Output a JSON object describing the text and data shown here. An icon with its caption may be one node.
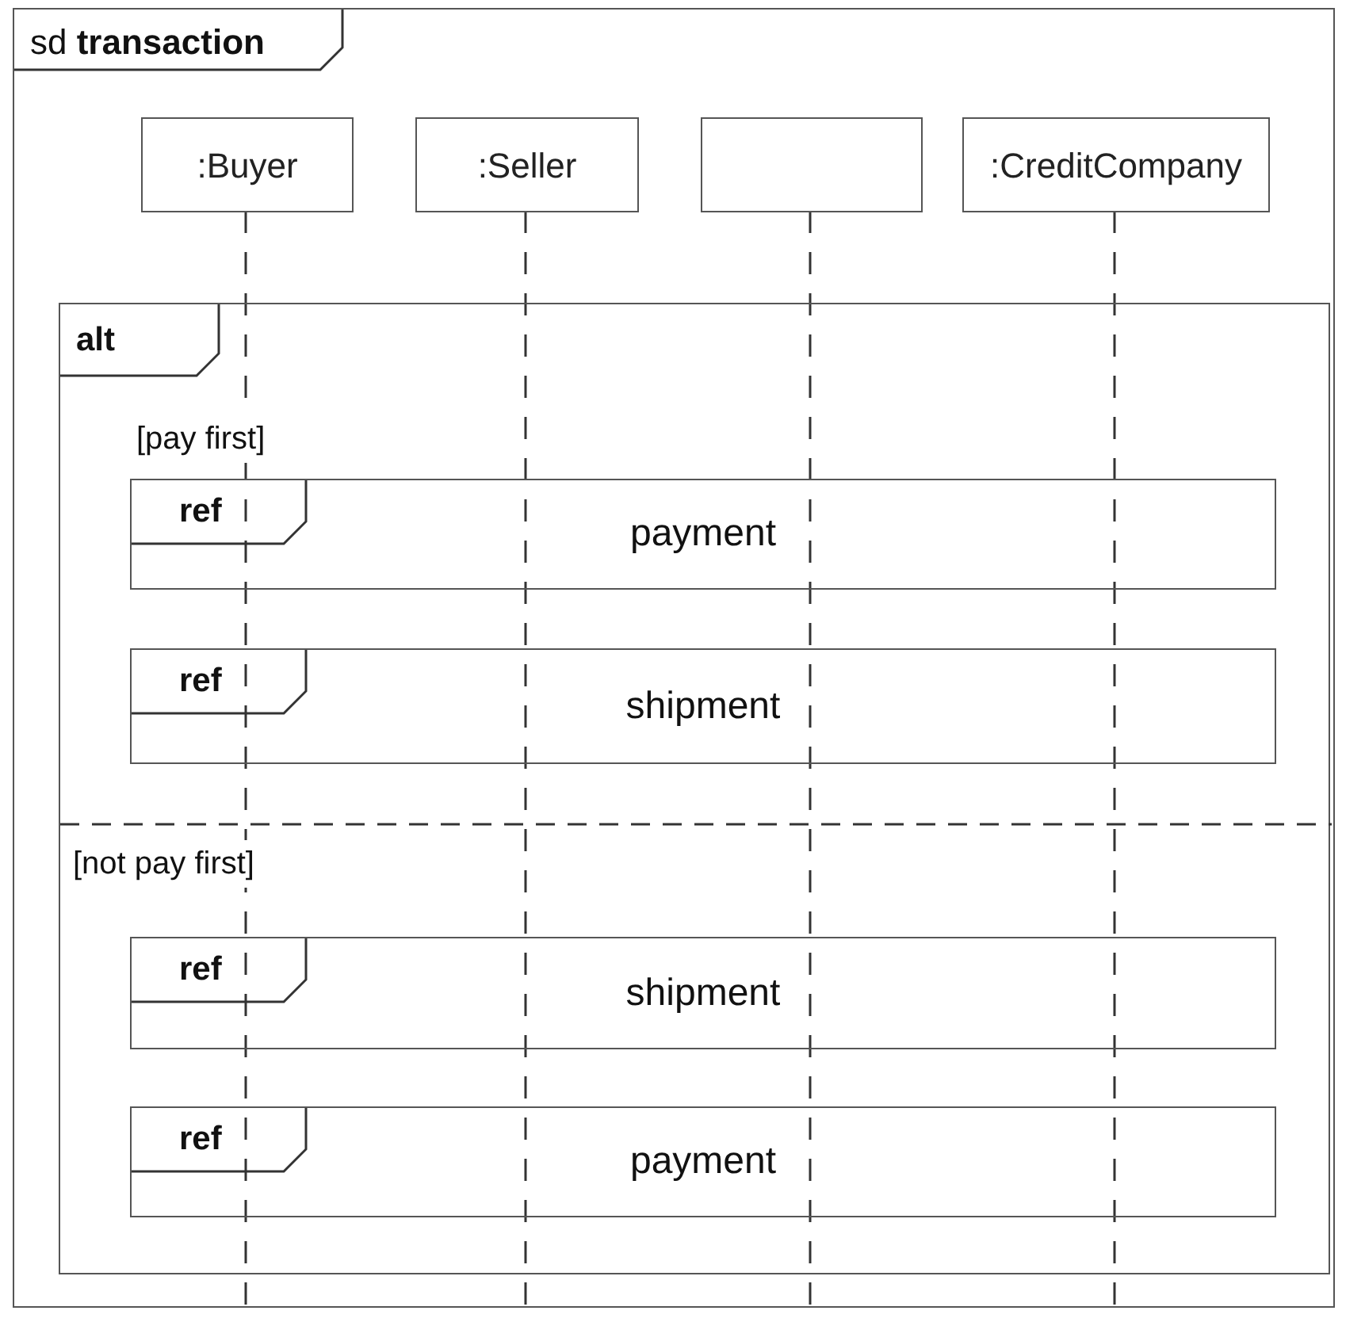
{
  "diagram": {
    "nodes": [
      {
        "text": [
          "sd **transaction**"
        ]
      },
      {
        "text": [
          ":Buyer"
        ],
        "in": 0
      },
      {
        "text": [
          ":Seller"
        ],
        "in": 0
      },
      {
        "text": [],
        "shape": "box",
        "in": 0
      },
      {
        "text": [
          ":CreditCompany"
        ],
        "in": 0
      },
      {
        "text": [
          "alt",
          "[pay first]",
          "[not pay first]"
        ],
        "in": 0
      },
      {
        "text": [
          "ref",
          "payment"
        ],
        "in": 5
      },
      {
        "text": [
          "ref",
          "shipment"
        ],
        "in": 5
      },
      {
        "text": [
          "ref",
          "shipment"
        ],
        "in": 5
      },
      {
        "text": [
          "ref",
          "payment"
        ],
        "in": 5
      }
    ],
    "edges": [
      {
        "from": 1,
        "to": null,
        "arrow": "none",
        "style": "dashed"
      },
      {
        "from": 2,
        "to": null,
        "arrow": "none",
        "style": "dashed"
      },
      {
        "from": 3,
        "to": null,
        "arrow": "none",
        "style": "dashed"
      },
      {
        "from": 4,
        "to": null,
        "arrow": "none",
        "style": "dashed"
      }
    ]
  }
}
